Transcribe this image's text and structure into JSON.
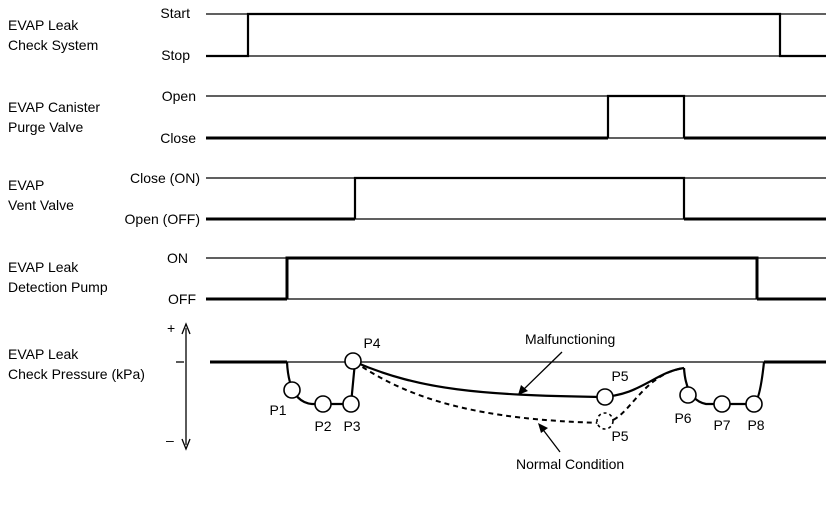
{
  "rows": [
    {
      "label_lines": [
        "EVAP Leak",
        "Check System"
      ],
      "high_label": "Start",
      "low_label": "Stop"
    },
    {
      "label_lines": [
        "EVAP Canister",
        "Purge Valve"
      ],
      "high_label": "Open",
      "low_label": "Close"
    },
    {
      "label_lines": [
        "EVAP",
        "Vent Valve"
      ],
      "high_label": "Close (ON)",
      "low_label": "Open (OFF)"
    },
    {
      "label_lines": [
        "EVAP Leak",
        "Detection Pump"
      ],
      "high_label": "ON",
      "low_label": "OFF"
    }
  ],
  "pressure": {
    "label_lines": [
      "EVAP Leak",
      "Check Pressure (kPa)"
    ],
    "plus": "+",
    "minus": "–",
    "points": [
      "P1",
      "P2",
      "P3",
      "P4",
      "P5",
      "P5",
      "P6",
      "P7",
      "P8"
    ],
    "malfunctioning_label": "Malfunctioning",
    "normal_label": "Normal Condition"
  }
}
